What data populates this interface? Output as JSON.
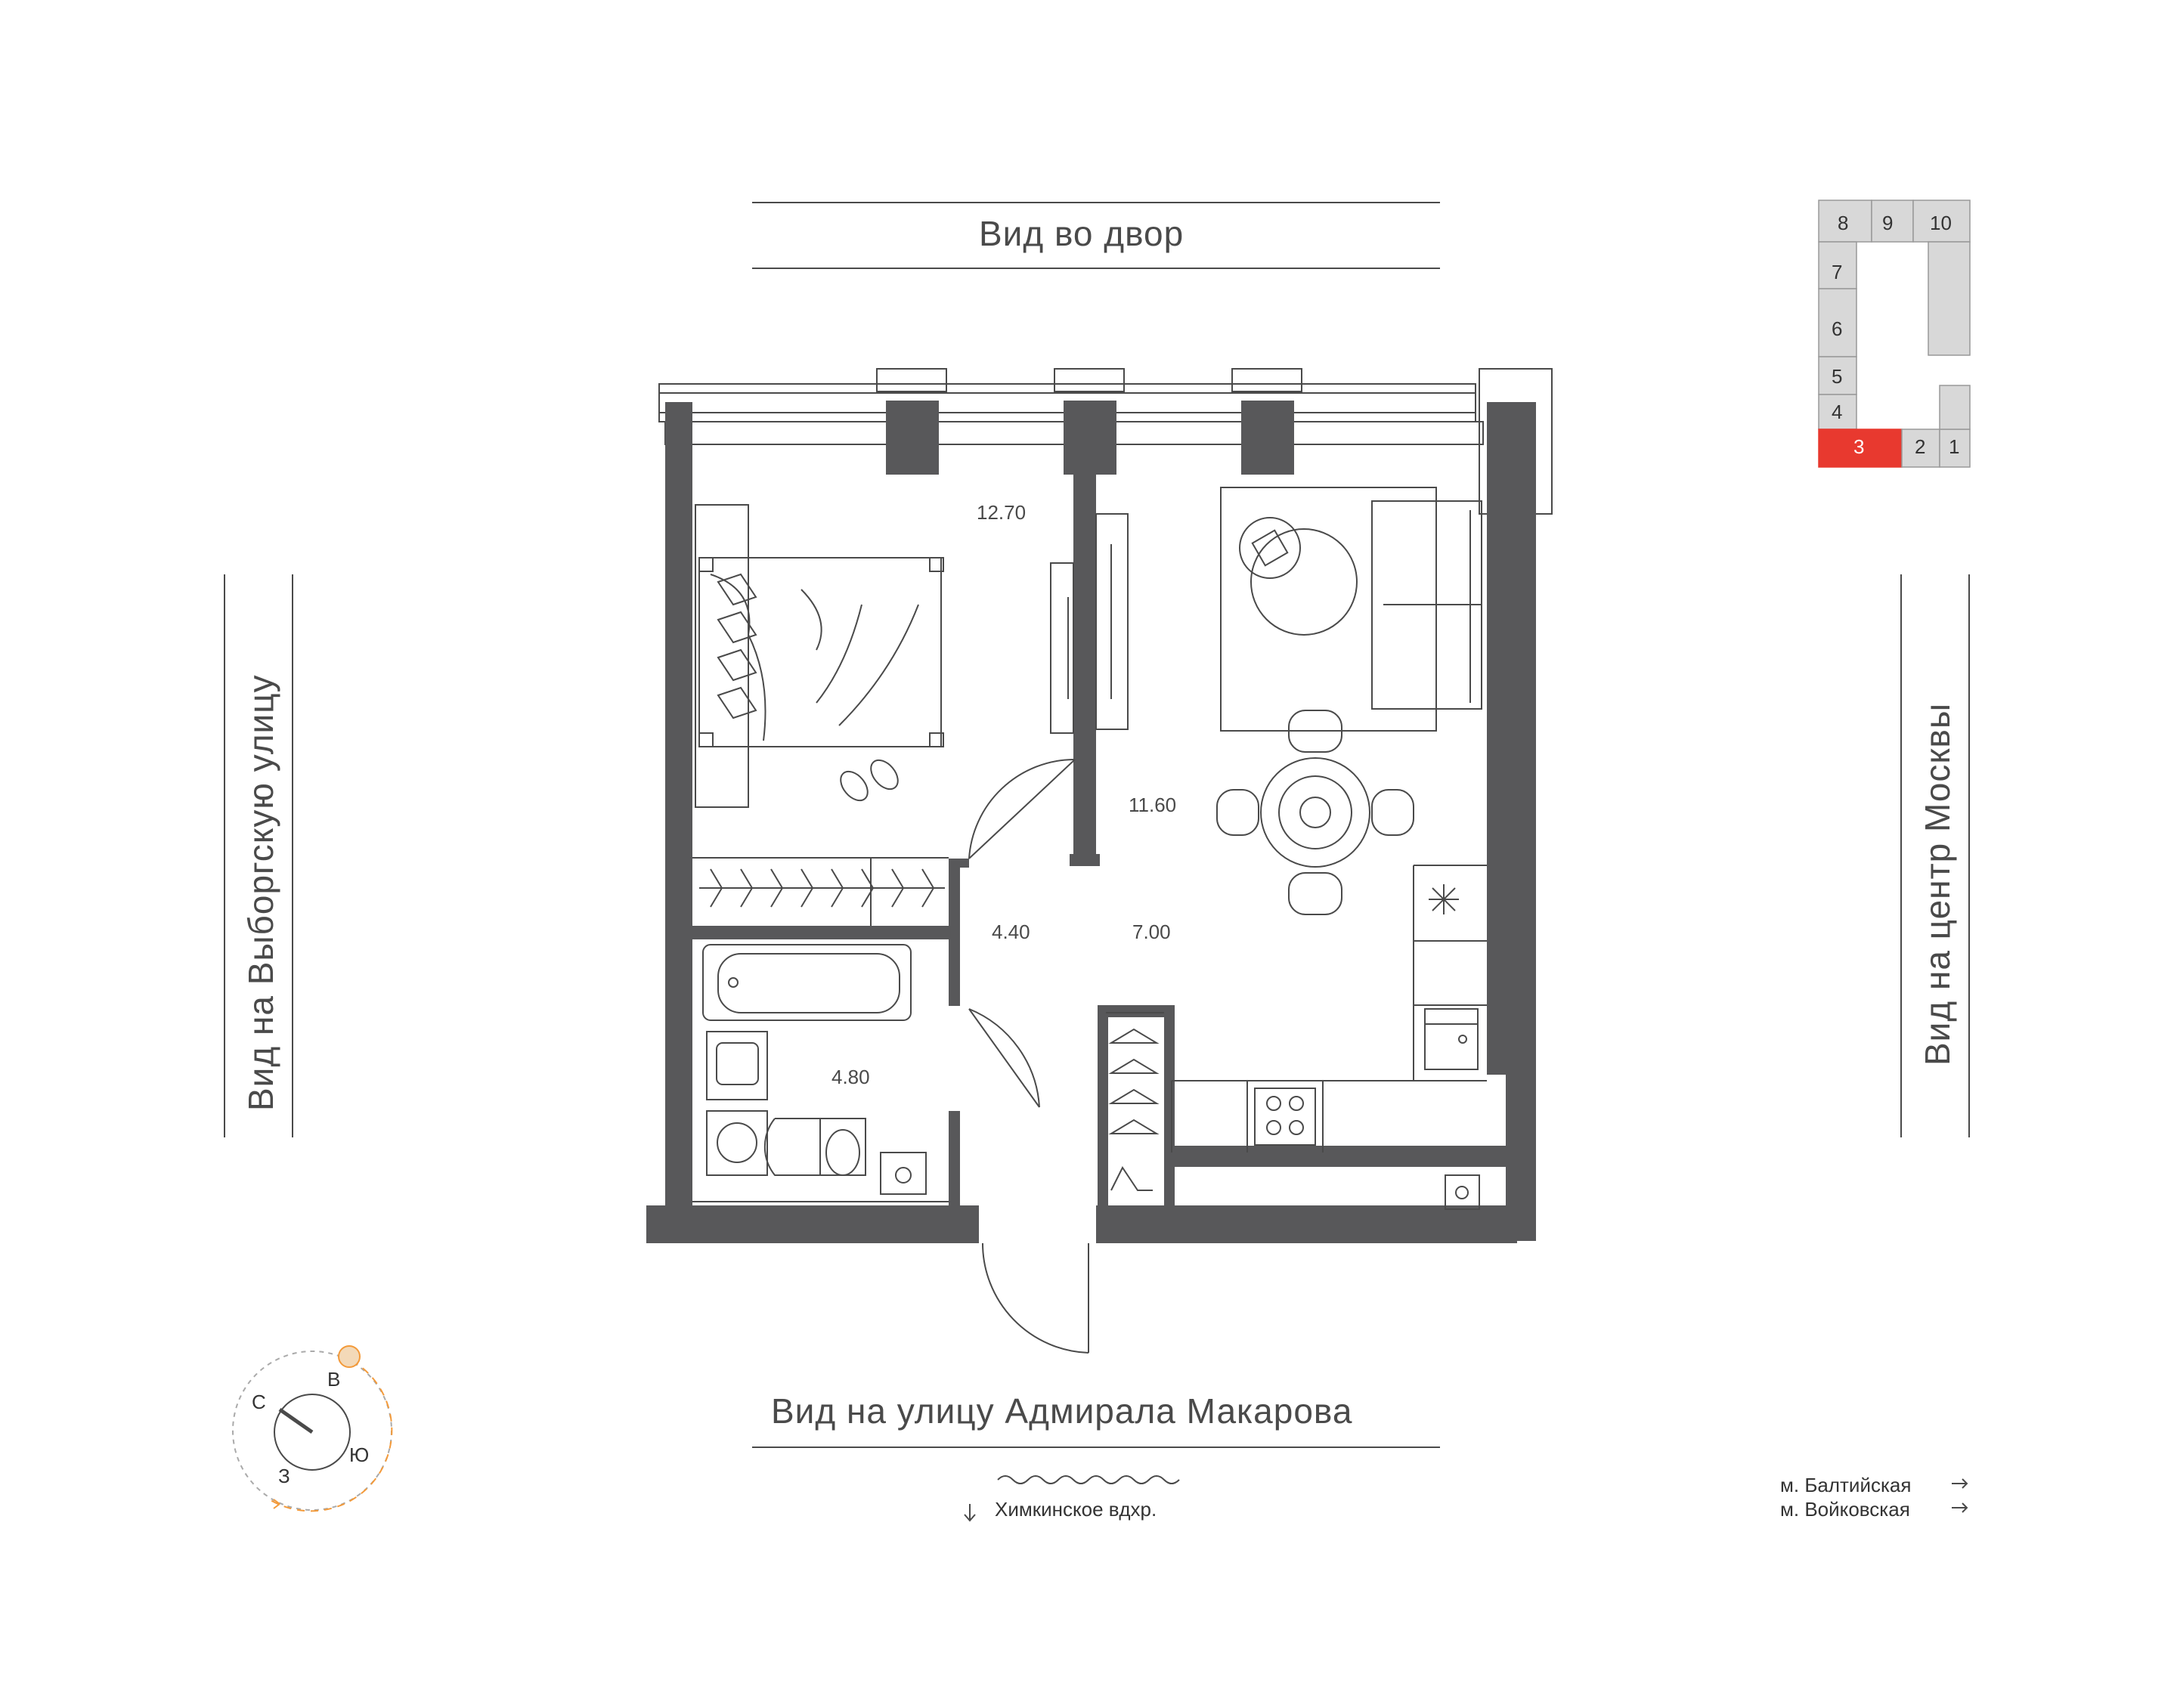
{
  "views": {
    "top": "Вид во двор",
    "bottom": "Вид на улицу Адмирала Макарова",
    "left": "Вид на Выборгскую улицу",
    "right": "Вид на центр Москвы"
  },
  "rooms": {
    "bedroom": "12.70",
    "living": "11.60",
    "hall": "4.40",
    "kitchen": "7.00",
    "bath": "4.80"
  },
  "compass": {
    "n": "С",
    "e": "В",
    "s": "Ю",
    "w": "З"
  },
  "water": "Химкинское вдхр.",
  "metro": [
    "м. Балтийская",
    "м. Войковская"
  ],
  "sections": [
    "8",
    "9",
    "10",
    "7",
    "6",
    "5",
    "4",
    "3",
    "2",
    "1"
  ],
  "colors": {
    "wall": "#58585a",
    "line": "#4a4a4a",
    "highlight": "#e8392f",
    "accent": "#f39a3a"
  }
}
